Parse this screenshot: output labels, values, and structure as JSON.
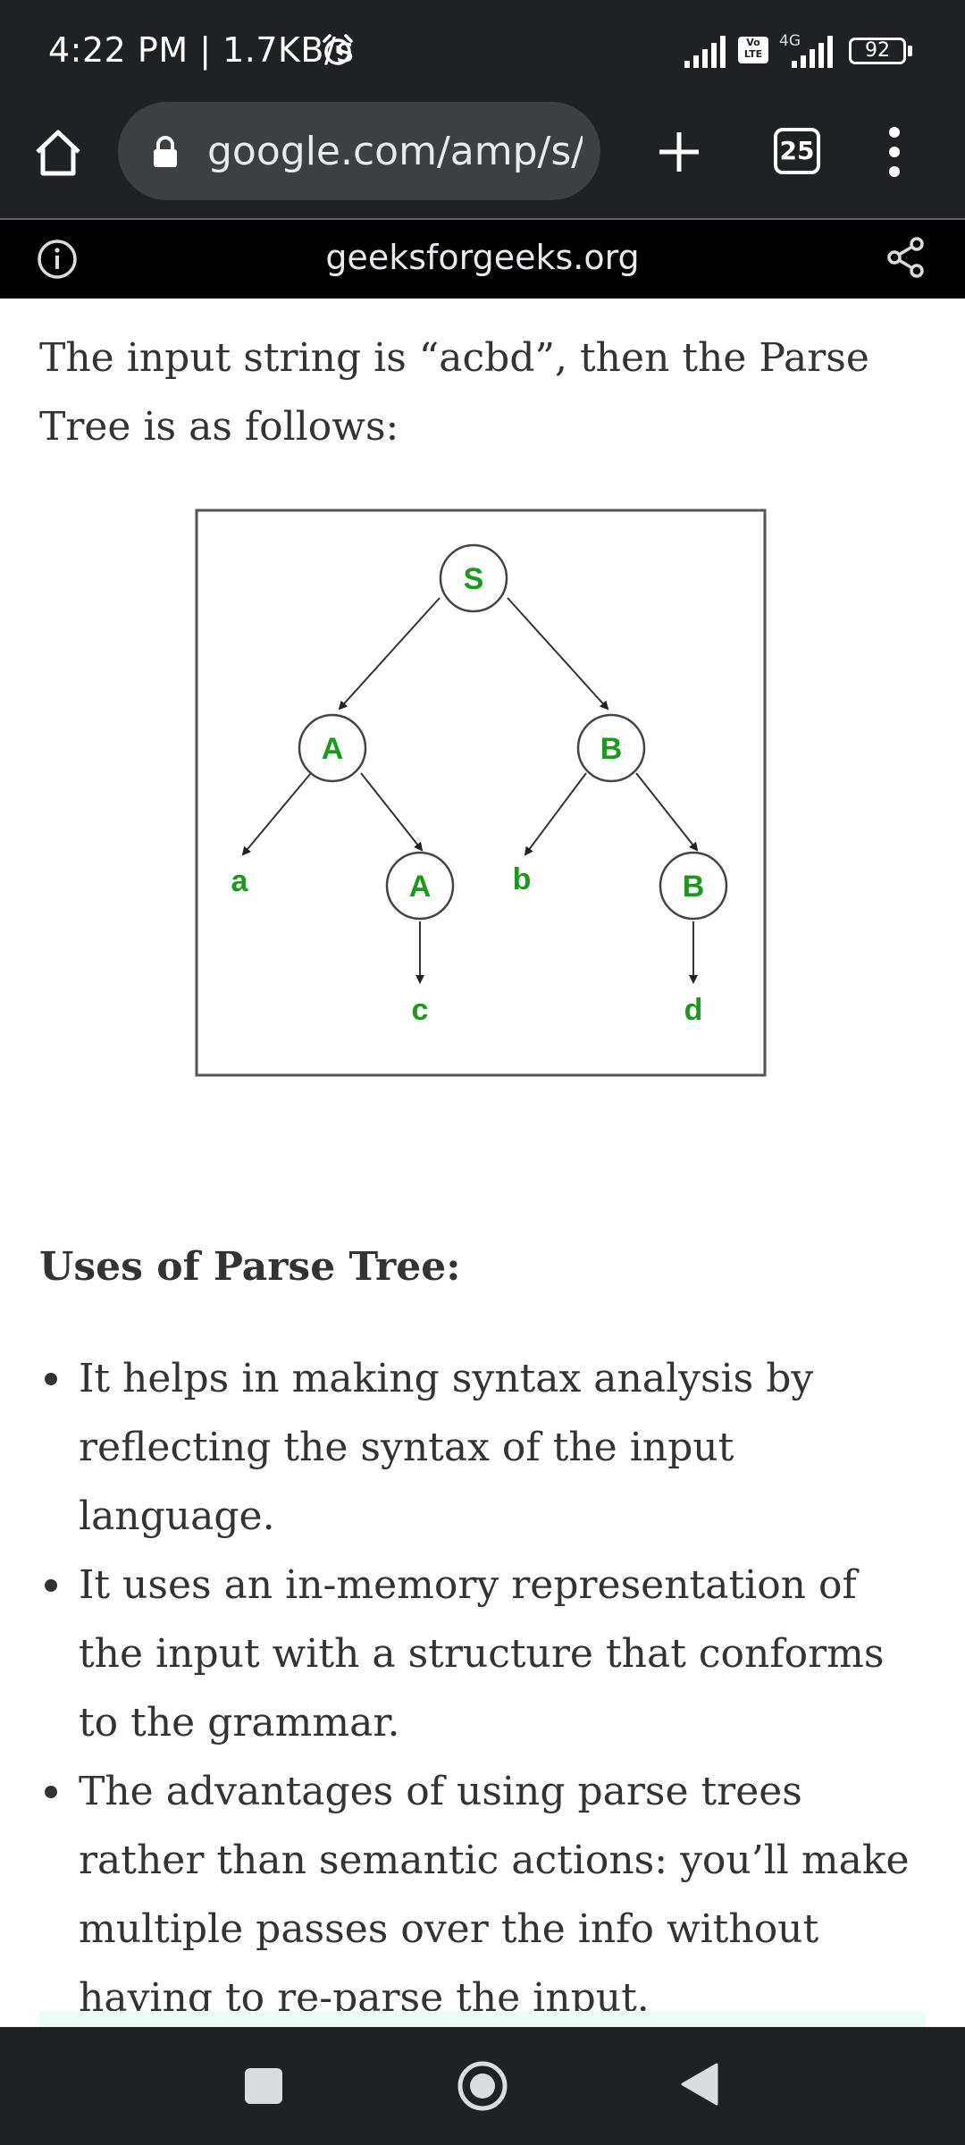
{
  "status_bar": {
    "time": "4:22 PM | 1.7KB/s",
    "volte": "Vo LTE",
    "network": "4G",
    "battery": "92",
    "icons": [
      "alarm-icon",
      "signal-icon",
      "battery-icon"
    ]
  },
  "browser": {
    "url": "google.com/amp/s/w",
    "tab_count": "25",
    "icons": [
      "home-icon",
      "lock-icon",
      "plus-icon",
      "more-vert-icon"
    ]
  },
  "amp_bar": {
    "domain": "geeksforgeeks.org",
    "icons": [
      "info-icon",
      "share-icon"
    ]
  },
  "article": {
    "intro": "The input string is “acbd”, then the Parse Tree is as follows:",
    "figure": {
      "nodes": [
        {
          "id": "n-s",
          "label": "S",
          "circled": true
        },
        {
          "id": "n-a1",
          "label": "A",
          "circled": true
        },
        {
          "id": "n-b1",
          "label": "B",
          "circled": true
        },
        {
          "id": "n-a",
          "label": "a",
          "circled": false
        },
        {
          "id": "n-a2",
          "label": "A",
          "circled": true
        },
        {
          "id": "n-b",
          "label": "b",
          "circled": false
        },
        {
          "id": "n-b2",
          "label": "B",
          "circled": true
        },
        {
          "id": "n-c",
          "label": "c",
          "circled": false
        },
        {
          "id": "n-d",
          "label": "d",
          "circled": false
        }
      ],
      "edges": [
        [
          "n-s",
          "n-a1"
        ],
        [
          "n-s",
          "n-b1"
        ],
        [
          "n-a1",
          "n-a"
        ],
        [
          "n-a1",
          "n-a2"
        ],
        [
          "n-b1",
          "n-b"
        ],
        [
          "n-b1",
          "n-b2"
        ],
        [
          "n-a2",
          "n-c"
        ],
        [
          "n-b2",
          "n-d"
        ]
      ],
      "label_color": "#1a9a1a"
    },
    "heading": "Uses of Parse Tree:",
    "bullets": [
      "It helps in making syntax analysis by reflecting the syntax of the input language.",
      "It uses an in-memory representation of the input with a structure that conforms to the grammar.",
      "The advantages of using parse trees rather than semantic actions: you’ll make multiple passes over the info without having to re-parse the input."
    ]
  },
  "nav_bar": {
    "icons": [
      "recent-apps-icon",
      "home-circle-icon",
      "back-icon"
    ]
  }
}
